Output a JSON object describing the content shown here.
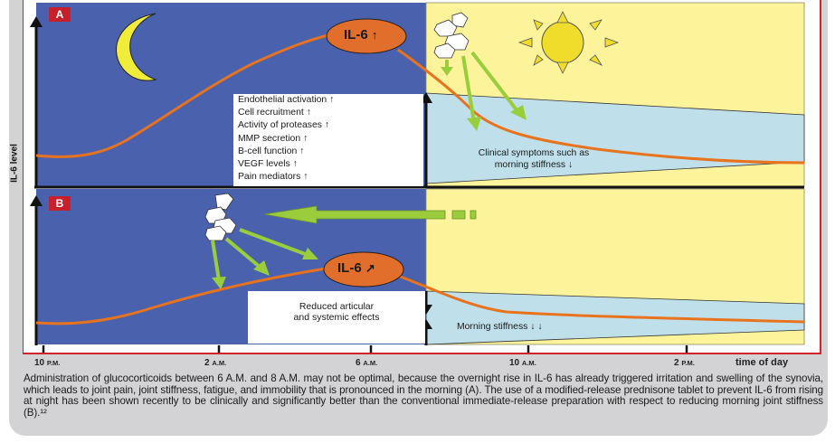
{
  "panels": {
    "a": {
      "badge": "A",
      "il6_label": "IL-6",
      "il6_arrow": "↑",
      "effects": [
        {
          "text": "Endothelial activation",
          "arrow": "↑"
        },
        {
          "text": "Cell recruitment",
          "arrow": "↑"
        },
        {
          "text": "Activity of proteases",
          "arrow": "↑"
        },
        {
          "text": "MMP secretion",
          "arrow": "↑"
        },
        {
          "text": "B-cell function",
          "arrow": "↑"
        },
        {
          "text": "VEGF levels",
          "arrow": "↑"
        },
        {
          "text": "Pain mediators",
          "arrow": "↑"
        }
      ],
      "clinical_line1": "Clinical symptoms such as",
      "clinical_line2": "morning stiffness",
      "clinical_arrow": "↓",
      "icons": [
        "moon-icon",
        "sun-icon",
        "steroid-molecule-icon"
      ]
    },
    "b": {
      "badge": "B",
      "il6_label": "IL-6",
      "il6_arrow": "↗",
      "reduced_line1": "Reduced articular",
      "reduced_line2": "and systemic effects",
      "morning_label": "Morning stiffness",
      "morning_arrows": "↓ ↓",
      "icons": [
        "steroid-molecule-icon",
        "left-arrow-icon"
      ]
    }
  },
  "axes": {
    "y_label": "IL-6 level",
    "x_title": "time of day",
    "x_ticks": [
      {
        "num": "10",
        "suffix": "P.M."
      },
      {
        "num": "2",
        "suffix": "A.M."
      },
      {
        "num": "6",
        "suffix": "A.M."
      },
      {
        "num": "10",
        "suffix": "A.M."
      },
      {
        "num": "2",
        "suffix": "P.M."
      }
    ]
  },
  "caption": "Administration of glucocorticoids between 6 A.M. and 8 A.M. may not be optimal, because the overnight rise in IL-6 has already triggered irritation and swelling of the synovia, which leads to joint pain, joint stiffness, fatigue, and immobility that is pronounced in the morning (A). The use of a modified-release prednisone tablet to prevent IL-6 from rising at night has been shown recently to be clinically and significantly better than the conventional immediate-release preparation with respect to reducing morning joint stiffness (B).¹²",
  "colors": {
    "night": "#4a62ad",
    "day": "#fdf39b",
    "symptom_band": "#bfe0ea",
    "curve": "#e8731f",
    "il6_bubble": "#e26e2b",
    "arrow_green": "#9acd3c",
    "badge_red": "#c8202a",
    "frame_red": "#d2232a"
  }
}
